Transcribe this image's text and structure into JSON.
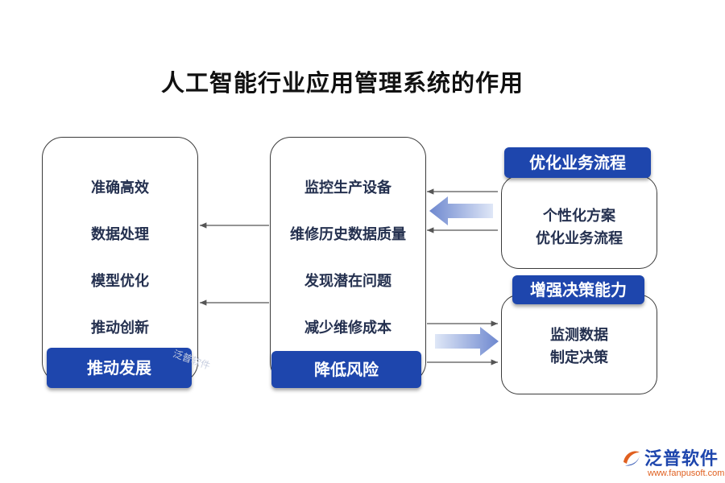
{
  "title": "人工智能行业应用管理系统的作用",
  "left_box": {
    "items": [
      "准确高效",
      "数据处理",
      "模型优化",
      "推动创新"
    ],
    "badge": "推动发展"
  },
  "center_box": {
    "items": [
      "监控生产设备",
      "维修历史数据质量",
      "发现潜在问题",
      "减少维修成本"
    ],
    "badge": "降低风险"
  },
  "right_top_box": {
    "header": "优化业务流程",
    "lines": [
      "个性化方案",
      "优化业务流程"
    ]
  },
  "right_bottom_box": {
    "header": "增强决策能力",
    "lines": [
      "监测数据",
      "制定决策"
    ]
  },
  "watermark": "泛普软件",
  "logo": {
    "name": "泛普软件",
    "url": "www.fanpusoft.com"
  },
  "colors": {
    "badge": "#1e46ad",
    "arrow_light": "#c9d6f2",
    "arrow_dark": "#6e88cf"
  }
}
